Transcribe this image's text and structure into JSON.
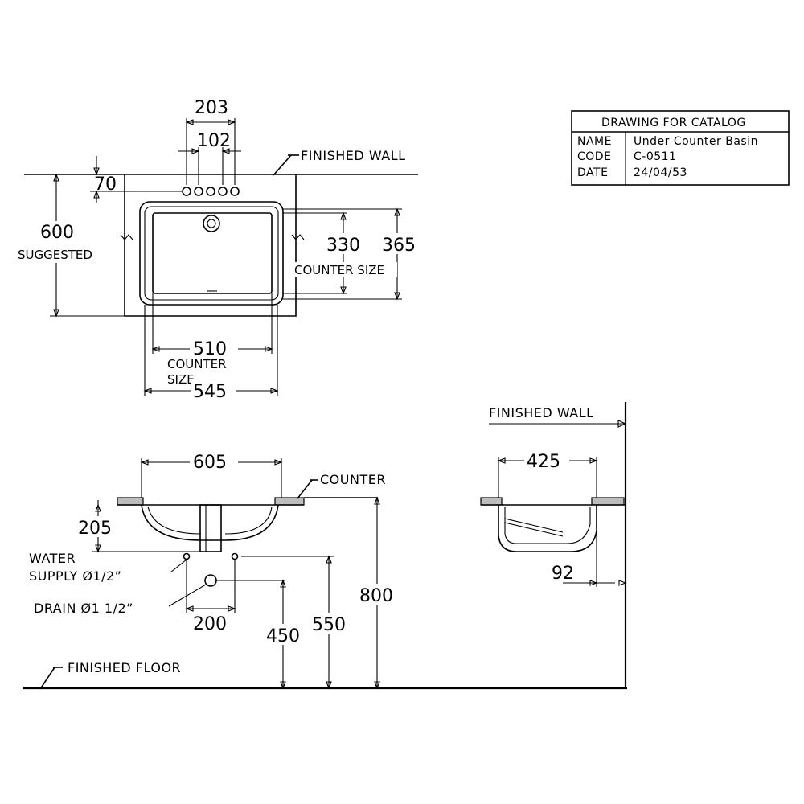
{
  "title_block": {
    "heading": "DRAWING FOR CATALOG",
    "rows": [
      {
        "key": "NAME",
        "value": "Under Counter Basin"
      },
      {
        "key": "CODE",
        "value": "C-0511"
      },
      {
        "key": "DATE",
        "value": "24/04/53"
      }
    ]
  },
  "plan_view": {
    "finished_wall": "FINISHED WALL",
    "dim_203": "203",
    "dim_102": "102",
    "dim_70": "70",
    "dim_600": "600",
    "suggested": "SUGGESTED",
    "dim_330": "330",
    "dim_365": "365",
    "counter_size_right": "COUNTER SIZE",
    "dim_510": "510",
    "counter_label": "COUNTER",
    "size_label": "SIZE",
    "dim_545": "545"
  },
  "front_view": {
    "dim_605": "605",
    "counter": "COUNTER",
    "dim_205": "205",
    "water": "WATER",
    "supply": "SUPPLY Ø1/2”",
    "drain": "DRAIN Ø1  1/2”",
    "dim_200": "200",
    "dim_450": "450",
    "dim_550": "550",
    "dim_800": "800",
    "finished_floor": "FINISHED FLOOR"
  },
  "side_view": {
    "finished_wall": "FINISHED WALL",
    "dim_425": "425",
    "dim_92": "92"
  }
}
